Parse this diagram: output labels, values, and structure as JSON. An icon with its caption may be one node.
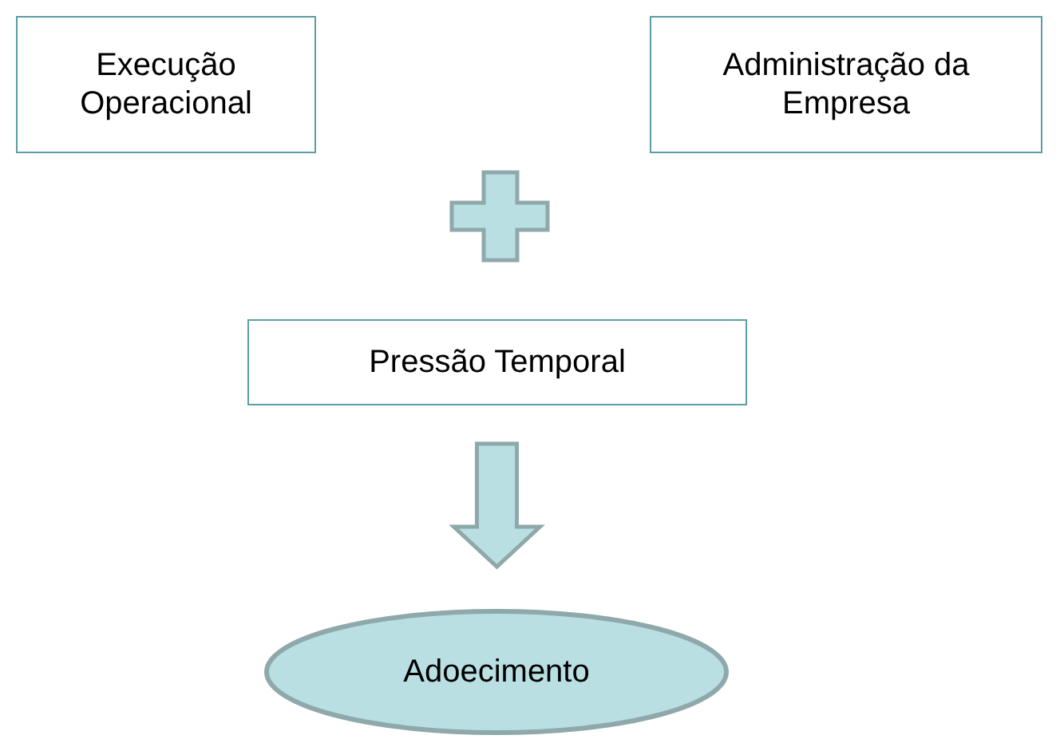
{
  "diagram": {
    "nodes": [
      {
        "text": [
          "Execução Operacional"
        ]
      },
      {
        "text": [
          "Administração da Empresa"
        ]
      },
      {
        "text": [
          "Pressão Temporal"
        ]
      },
      {
        "text": [
          "Adoecimento"
        ]
      }
    ],
    "edges": [
      {
        "from": 2,
        "to": 3,
        "arrow": "to"
      }
    ]
  }
}
